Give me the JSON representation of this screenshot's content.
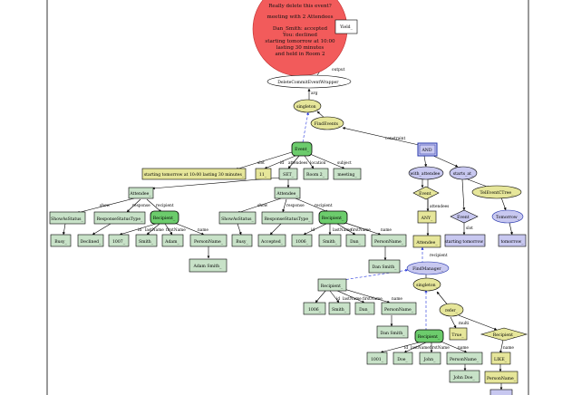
{
  "bubble": {
    "lines": [
      "Really delete this event?",
      "meeting with 2 Attendees",
      "Dan_Smith: accepted",
      "You: declined",
      "starting tomorrow at 10:00",
      "lasting 30 minutes",
      "and held in Room 2"
    ]
  },
  "nodes": {
    "yield": "Yield_",
    "wrapper": "DeleteCommitEventWrapper_",
    "singleton_top": "singleton_",
    "find_events": "FindEvents_",
    "event_root": "Event_",
    "and": "AND",
    "summary_text": "starting tomorrow at 10:00 lasting 30 minutes_",
    "num_11": "11_",
    "set": "SET_",
    "room2": "Room 2_",
    "meeting": "meeting_",
    "attendee_left": "Attendee_",
    "attendee_right": "Attendee_",
    "show_status_l": "ShowAsStatus_",
    "resp_type_l": "ResponseStatusType_",
    "recipient_l": "Recipient_",
    "show_status_r": "ShowAsStatus_",
    "resp_type_r": "ResponseStatusType_",
    "recipient_r": "Recipient_",
    "busy_l": "Busy_",
    "declined": "Declined_",
    "n1007": "1007_",
    "smith_l": "Smith_",
    "adam": "Adam_",
    "personname_l": "PersonName_",
    "adam_smith": "Adam Smith_",
    "busy_r": "Busy_",
    "accepted": "Accepted_",
    "n1006": "1006_",
    "smith_r": "Smith_",
    "dan_r": "Dan_",
    "personname_r": "PersonName_",
    "dan_smith_r": "Dan Smith_",
    "with_attendee": "with_attendee_",
    "starts_at": "starts_at_",
    "event_diamond1": "Event_",
    "any": "ANY_",
    "attendee_bottom": "Attendee_",
    "find_manager": "FindManager_",
    "event_diamond2": "Event_",
    "tel_event": "TelEventCTree_",
    "tomorrow_ell": "Tomorrow_",
    "starting_tomorrow": "starting tomorrow_",
    "tomorrow_box": "tomorrow_",
    "recipient_mid": "Recipient_",
    "n1006b": "1006_",
    "smith_b": "Smith_",
    "dan_b": "Dan_",
    "personname_b": "PersonName_",
    "dan_smith_b": "Dan Smith_",
    "singleton_low": "singleton_",
    "refer": "refer_",
    "true": "True_",
    "recipient_diamond": "Recipient_",
    "recipient_low": "Recipient_",
    "n1001": "1001_",
    "doe": "Doe_",
    "john": "John_",
    "personname_low": "PersonName_",
    "john_doe": "John Doe_",
    "like": "LIKE_",
    "personname_like": "PersonName_"
  },
  "edges": {
    "output": "output",
    "arg": "arg",
    "constraint": "constraint",
    "slot": "slot",
    "id": "id",
    "attendees": "attendees",
    "location": "location",
    "subject": "subject",
    "show": "show",
    "response": "response",
    "recipient": "recipient",
    "lastname": "lastName",
    "firstname": "firstName",
    "name": "name",
    "multi": "multi"
  }
}
